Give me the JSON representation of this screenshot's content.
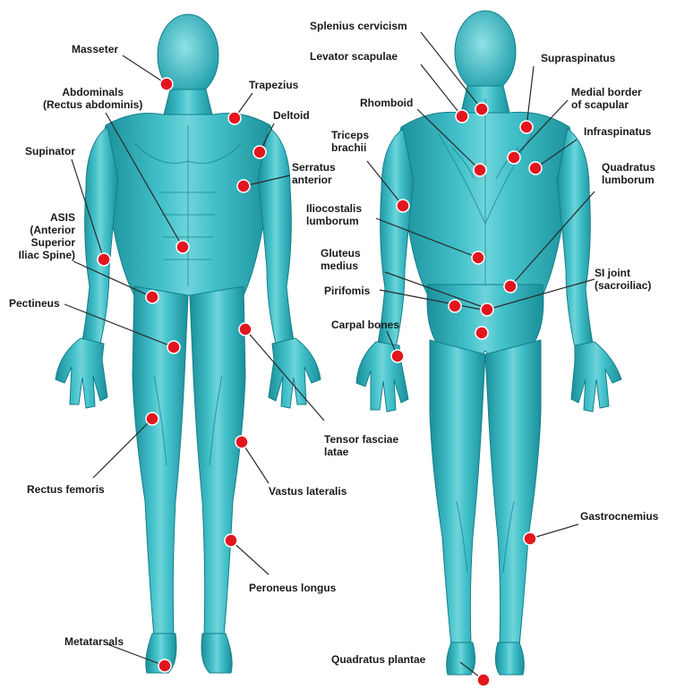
{
  "colors": {
    "muscle_base": "#2fb3bd",
    "muscle_light": "#7fdbe0",
    "muscle_dark": "#137f8a",
    "marker": "#e3161f",
    "marker_ring": "#ffffff",
    "leader_line": "#2a2a2a",
    "text": "#1a1a1a"
  },
  "figures": [
    {
      "view": "front"
    },
    {
      "view": "back"
    }
  ],
  "labels": {
    "masseter": "Masseter",
    "abdominals": "Abdominals\n(Rectus abdominis)",
    "trapezius": "Trapezius",
    "deltoid": "Deltoid",
    "supinator": "Supinator",
    "serratus": "Serratus\nanterior",
    "asis": "ASIS\n(Anterior\nSuperior\nIliac Spine)",
    "pectineus": "Pectineus",
    "tensor": "Tensor fasciae\nlatae",
    "rectus_femoris": "Rectus femoris",
    "vastus": "Vastus lateralis",
    "peroneus": "Peroneus longus",
    "metatarsals": "Metatarsals",
    "splenius": "Splenius cervicism",
    "levator": "Levator scapulae",
    "supraspinatus": "Supraspinatus",
    "medial_border": "Medial border\nof scapular",
    "rhomboid": "Rhomboid",
    "infraspinatus": "Infraspinatus",
    "triceps": "Triceps\nbrachii",
    "quadratus_lumborum": "Quadratus\nlumborum",
    "iliocostalis": "Iliocostalis\nlumborum",
    "gluteus": "Gluteus\nmedius",
    "si_joint": "SI joint\n(sacroiliac)",
    "piriformis": "Pirifomis",
    "carpal": "Carpal bones",
    "gastrocnemius": "Gastrocnemius",
    "quadratus_plantae": "Quadratus plantae"
  }
}
